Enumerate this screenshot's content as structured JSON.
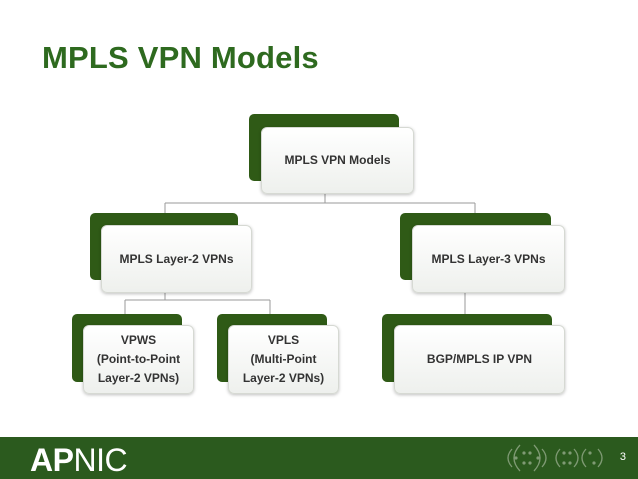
{
  "title": "MPLS VPN Models",
  "nodes": {
    "root": "MPLS VPN Models",
    "layer2": "MPLS Layer-2 VPNs",
    "layer3": "MPLS Layer-3 VPNs",
    "vpws": [
      "VPWS",
      "(Point-to-Point",
      "Layer-2 VPNs)"
    ],
    "vpls": [
      "VPLS",
      "(Multi-Point",
      "Layer-2 VPNs)"
    ],
    "bgp": "BGP/MPLS IP VPN"
  },
  "footer": {
    "logo_ap": "AP",
    "logo_nic": "NIC",
    "page_number": "3"
  },
  "colors": {
    "title": "#2e6a1f",
    "node_back": "#2f5a16",
    "footer": "#2b5a1e"
  }
}
